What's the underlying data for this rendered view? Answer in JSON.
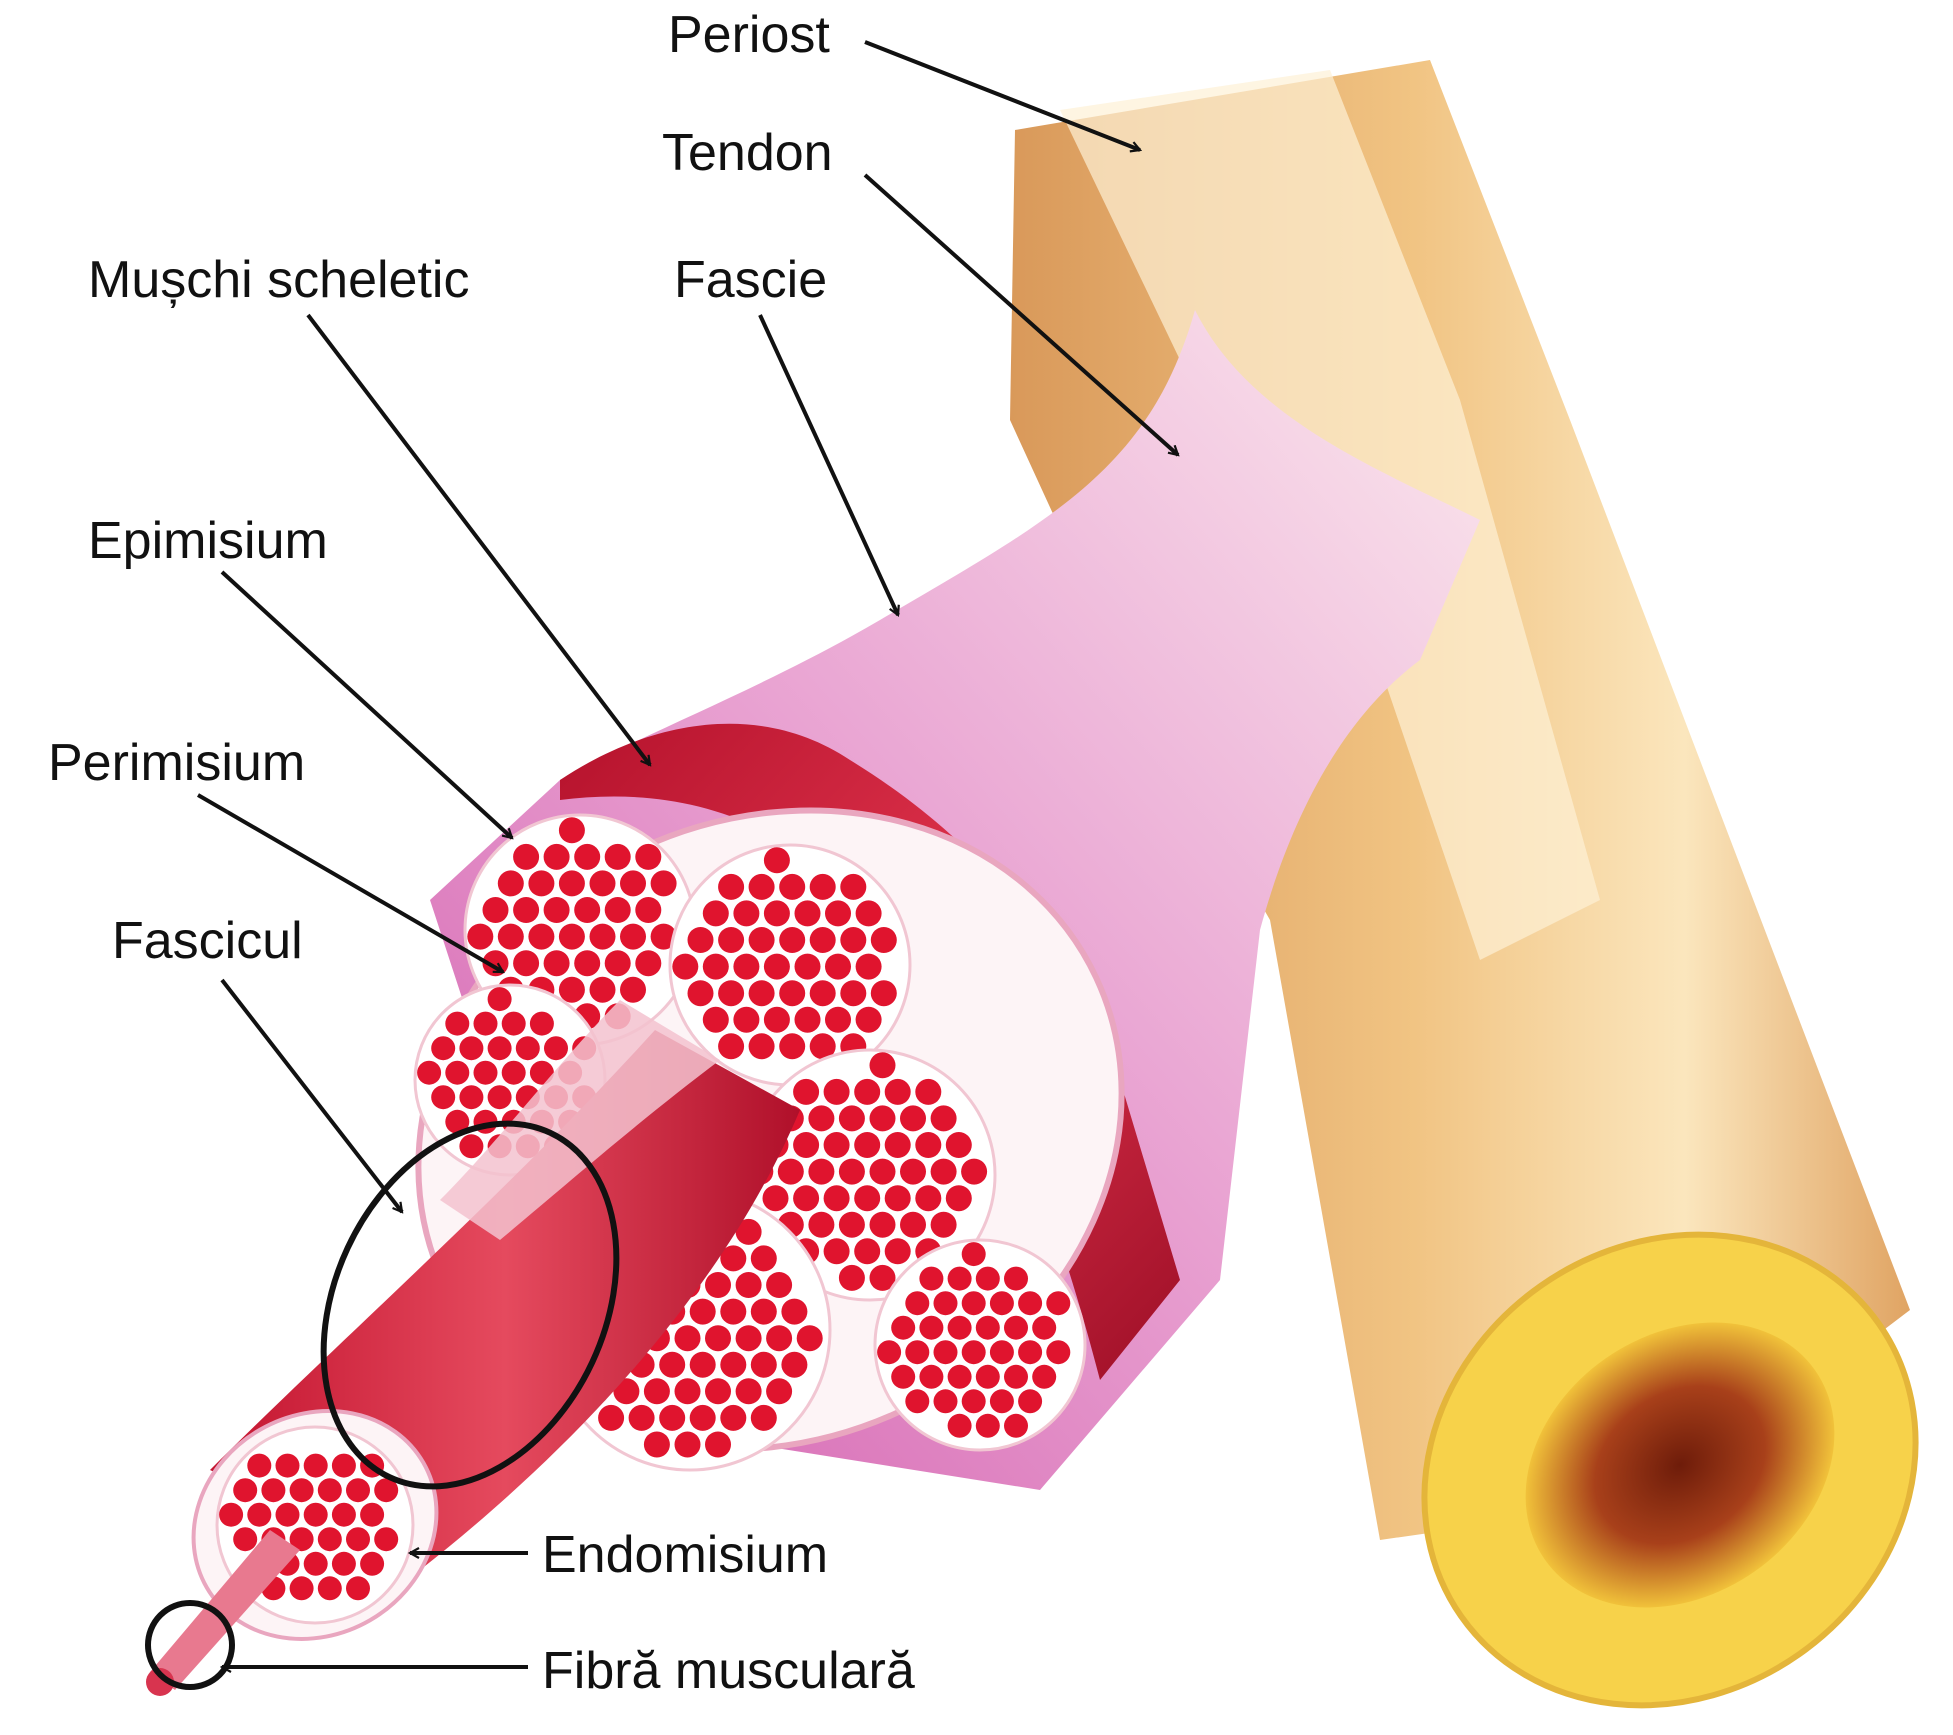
{
  "labels": {
    "periost": "Periost",
    "tendon": "Tendon",
    "muschi_scheletic": "Mușchi scheletic",
    "fascie": "Fascie",
    "epimisium": "Epimisium",
    "perimisium": "Perimisium",
    "fascicul": "Fascicul",
    "endomisium": "Endomisium",
    "fibra_musculara": "Fibră musculară"
  },
  "colors": {
    "bone_shaft": "#e8b26a",
    "bone_highlight": "#fbe8bf",
    "marrow_ring": "#f6cc3a",
    "marrow_core": "#8a2c10",
    "fascia": "#d97fc0",
    "fascia_light": "#f3cde3",
    "muscle_red": "#d61f3a",
    "muscle_dark": "#a3122a",
    "fiber_red": "#e0142e",
    "line": "#111111"
  }
}
